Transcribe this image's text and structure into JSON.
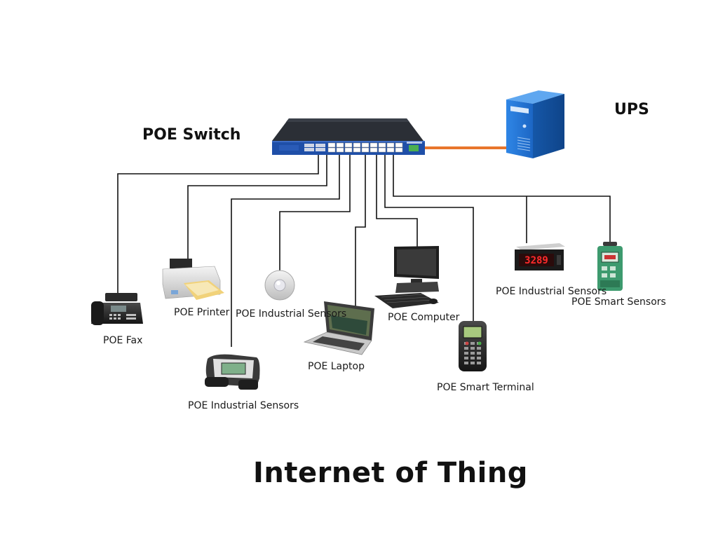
{
  "title": "Internet of Thing",
  "hub": {
    "label": "POE Switch"
  },
  "power": {
    "label": "UPS"
  },
  "devices": {
    "fax": "POE Fax",
    "printer": "POE Printer",
    "industrial_sensors_1": "POE Industrial Sensors",
    "industrial_sensors_2": "POE Industrial Sensors",
    "laptop": "POE Laptop",
    "computer": "POE Computer",
    "smart_terminal": "POE Smart Terminal",
    "industrial_sensors_3": "POE Industrial Sensors",
    "smart_sensors": "POE Smart Sensors"
  },
  "display_reading": "3289",
  "colors": {
    "cable": "#111111",
    "ups_cable": "#e8762c",
    "switch_body": "#2b2f36",
    "switch_front": "#1f4fa8",
    "ups_blue": "#1e6fd0"
  }
}
